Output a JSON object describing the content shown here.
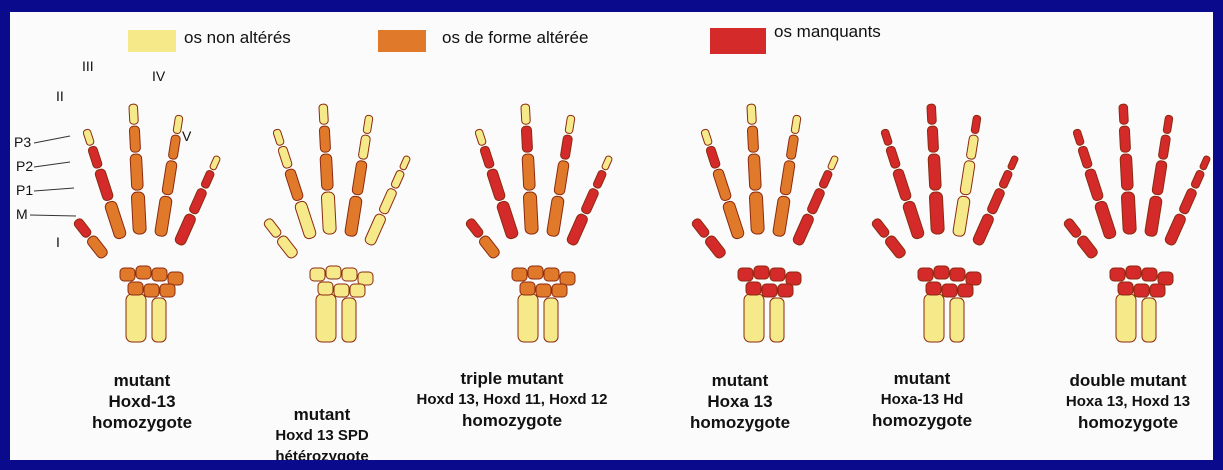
{
  "colors": {
    "background": "#0a0a8c",
    "panel": "#fbfbfb",
    "unaltered": "#f6e98a",
    "altered": "#e07a2a",
    "missing": "#d42a2a",
    "outline": "#8a2a10"
  },
  "legend": [
    {
      "label": "os non altérés",
      "color_key": "unaltered"
    },
    {
      "label": "os de forme altérée",
      "color_key": "altered"
    },
    {
      "label": "os manquants",
      "color_key": "missing"
    }
  ],
  "finger_labels": {
    "III": "III",
    "IV": "IV",
    "II": "II",
    "V": "V",
    "P3": "P3",
    "P2": "P2",
    "P1": "P1",
    "M": "M",
    "I": "I"
  },
  "hands": [
    {
      "caption": [
        "mutant",
        "Hoxd-13",
        "homozygote"
      ]
    },
    {
      "caption": [
        "mutant",
        "Hoxd 13 SPD",
        "hétérozygote"
      ]
    },
    {
      "caption": [
        "triple mutant",
        "Hoxd 13, Hoxd 11, Hoxd 12",
        "homozygote"
      ]
    },
    {
      "caption": [
        "mutant",
        "Hoxa 13",
        "homozygote"
      ]
    },
    {
      "caption": [
        "mutant",
        "Hoxa-13 Hd",
        "homozygote"
      ]
    },
    {
      "caption": [
        "double mutant",
        "Hoxa 13, Hoxd 13",
        "homozygote"
      ]
    }
  ]
}
